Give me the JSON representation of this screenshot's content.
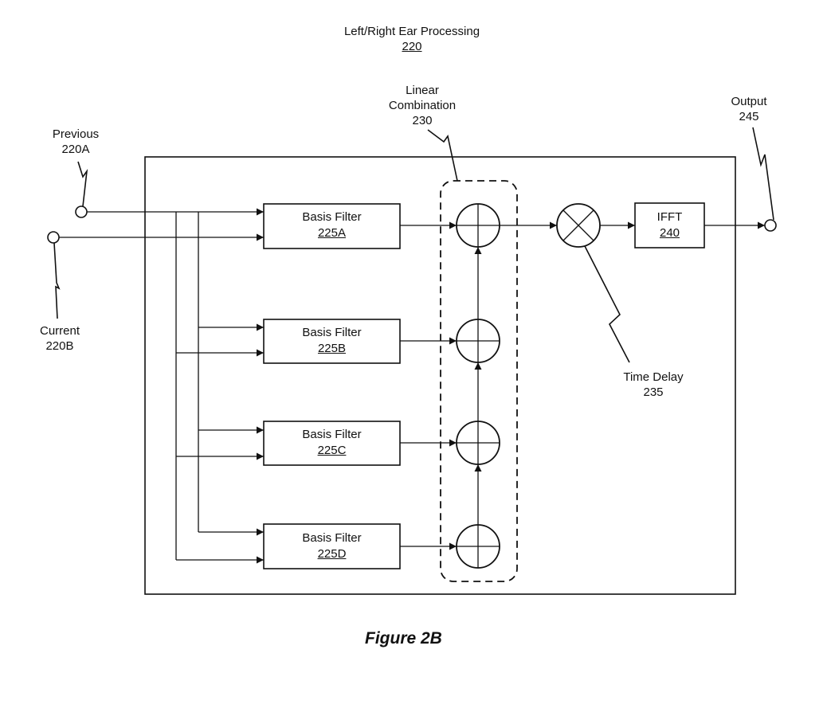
{
  "title": {
    "line1": "Left/Right Ear Processing",
    "ref": "220"
  },
  "inputs": [
    {
      "name": "Previous",
      "ref": "220A"
    },
    {
      "name": "Current",
      "ref": "220B"
    }
  ],
  "basis_filters": [
    {
      "label": "Basis Filter",
      "ref": "225A"
    },
    {
      "label": "Basis Filter",
      "ref": "225B"
    },
    {
      "label": "Basis Filter",
      "ref": "225C"
    },
    {
      "label": "Basis Filter",
      "ref": "225D"
    }
  ],
  "linear_combination": {
    "line1": "Linear",
    "line2": "Combination",
    "ref": "230"
  },
  "time_delay": {
    "label": "Time Delay",
    "ref": "235"
  },
  "ifft": {
    "label": "IFFT",
    "ref": "240"
  },
  "output": {
    "label": "Output",
    "ref": "245"
  },
  "figure_caption": "Figure 2B",
  "colors": {
    "stroke": "#111111",
    "background": "#ffffff"
  }
}
